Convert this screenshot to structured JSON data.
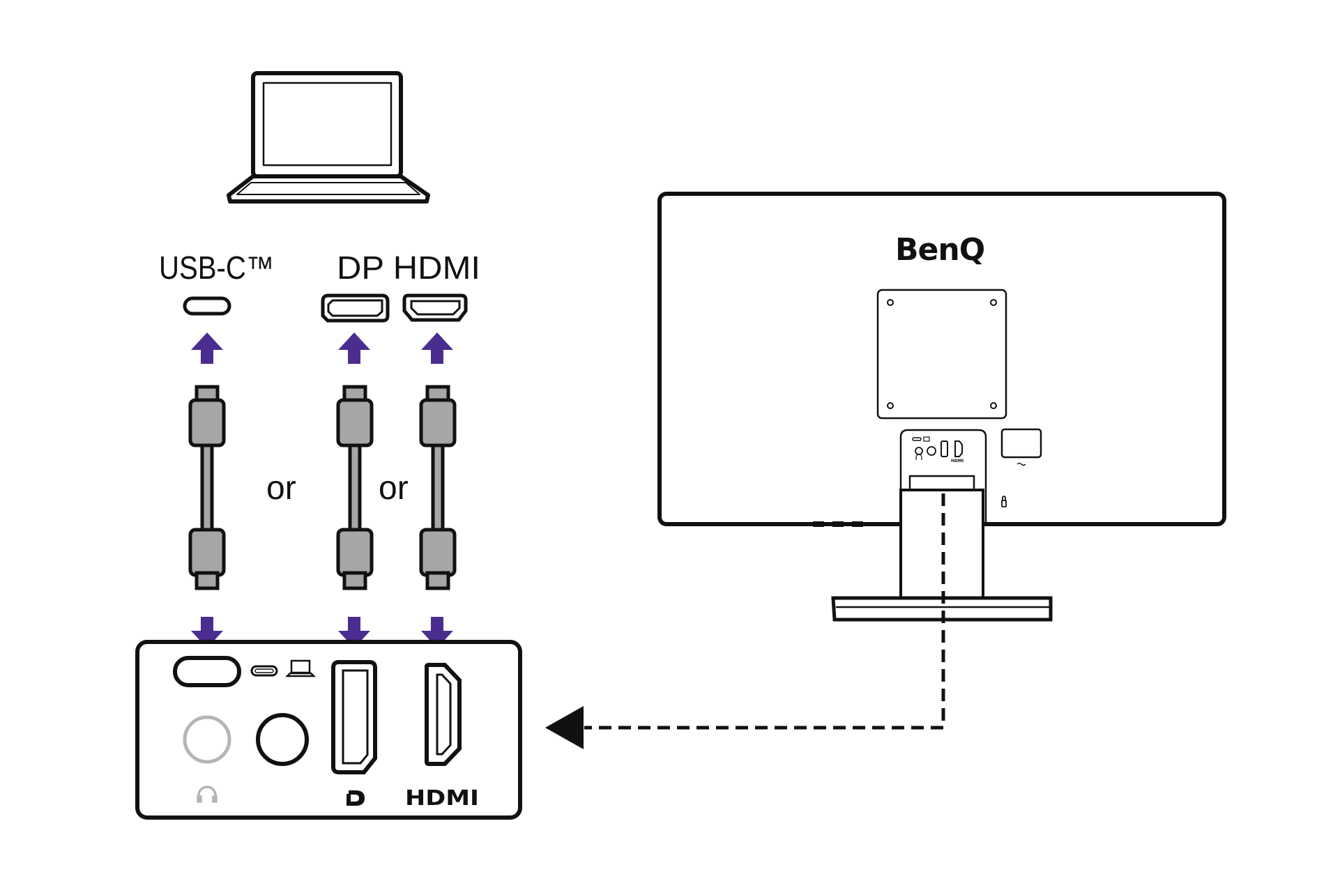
{
  "labels": {
    "usbc": "USB-C™",
    "dp_hdmi": "DP HDMI",
    "or_1": "or",
    "or_2": "or",
    "brand": "BenQ",
    "panel_hdmi_logo": "HDMI",
    "mini_hdmi_logo": "HDMI"
  },
  "colors": {
    "arrow": "#4b2c8f",
    "cable_gray": "#a6a6a6",
    "line": "#111111",
    "headphone_gray": "#b5b5b5"
  },
  "icons": [
    "laptop-icon",
    "monitor-back-icon",
    "usb-c-port-icon",
    "displayport-port-icon",
    "hdmi-port-icon",
    "headphone-icon",
    "displayport-logo-icon"
  ]
}
